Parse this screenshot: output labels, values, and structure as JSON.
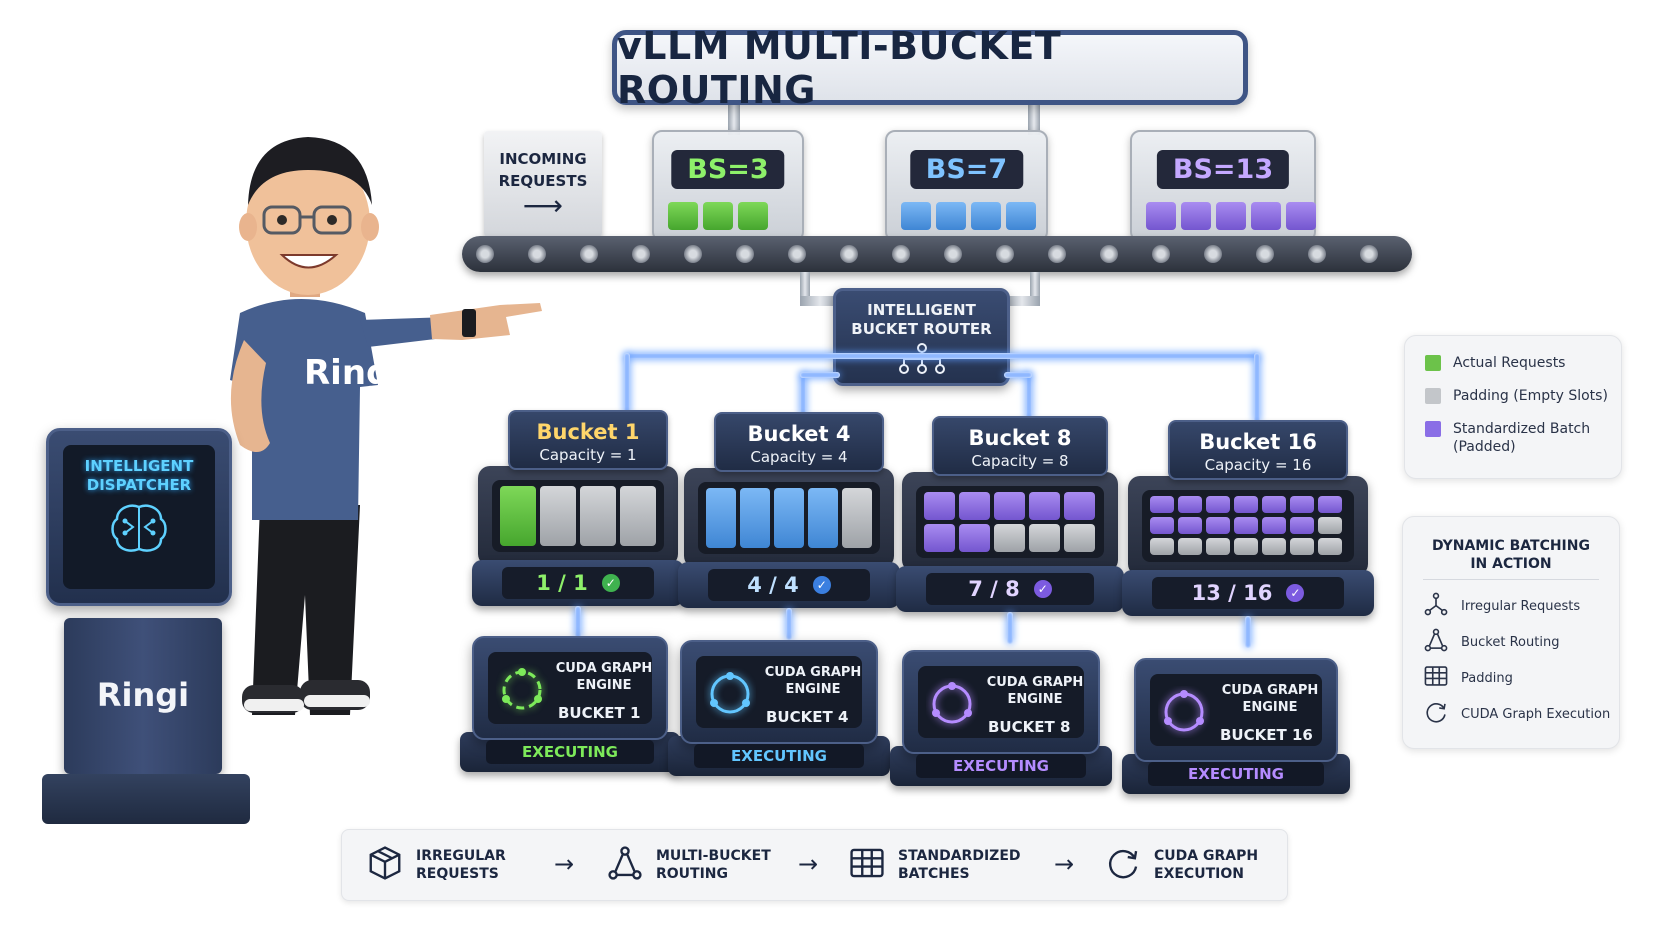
{
  "title": "vLLM MULTI-BUCKET ROUTING",
  "incoming": {
    "line1": "INCOMING",
    "line2": "REQUESTS"
  },
  "input_bins": [
    {
      "label": "BS=3",
      "color": "#8ef06a",
      "cube_color": "green",
      "count": 3
    },
    {
      "label": "BS=7",
      "color": "#7fc3ff",
      "cube_color": "blue",
      "count": 4
    },
    {
      "label": "BS=13",
      "color": "#c4a8ff",
      "cube_color": "purple",
      "count": 5
    }
  ],
  "router": {
    "line1": "INTELLIGENT",
    "line2": "BUCKET ROUTER"
  },
  "buckets": [
    {
      "name": "Bucket 1",
      "capacity": "Capacity = 1",
      "fill": "1 / 1",
      "filled": 1,
      "slots": 4,
      "cube": "green",
      "name_color": "#ffd66b",
      "check_color": "#3fb24f",
      "fill_color": "#8ef06a"
    },
    {
      "name": "Bucket 4",
      "capacity": "Capacity = 4",
      "fill": "4 / 4",
      "filled": 4,
      "slots": 5,
      "cube": "blue",
      "name_color": "#ffffff",
      "check_color": "#3b7fe0",
      "fill_color": "#bfe0ff"
    },
    {
      "name": "Bucket 8",
      "capacity": "Capacity = 8",
      "fill": "7 / 8",
      "filled": 7,
      "slots": 10,
      "cube": "purple",
      "name_color": "#ffffff",
      "check_color": "#7c5be0",
      "fill_color": "#e1d4ff"
    },
    {
      "name": "Bucket 16",
      "capacity": "Capacity = 16",
      "fill": "13 / 16",
      "filled": 13,
      "slots": 21,
      "cube": "purple",
      "name_color": "#ffffff",
      "check_color": "#7c5be0",
      "fill_color": "#e1d4ff"
    }
  ],
  "engines": [
    {
      "line1": "CUDA GRAPH",
      "line2": "ENGINE",
      "bucket": "BUCKET 1",
      "status": "EXECUTING",
      "accent": "#7dea5a"
    },
    {
      "line1": "CUDA GRAPH",
      "line2": "ENGINE",
      "bucket": "BUCKET 4",
      "status": "EXECUTING",
      "accent": "#62c6ff"
    },
    {
      "line1": "CUDA GRAPH",
      "line2": "ENGINE",
      "bucket": "BUCKET 8",
      "status": "EXECUTING",
      "accent": "#b58cff"
    },
    {
      "line1": "CUDA GRAPH",
      "line2": "ENGINE",
      "bucket": "BUCKET 16",
      "status": "EXECUTING",
      "accent": "#b58cff"
    }
  ],
  "dispatcher": {
    "line1": "INTELLIGENT",
    "line2": "DISPATCHER",
    "brand": "Ringi"
  },
  "character": {
    "shirt_text": "Ringi"
  },
  "legend": [
    {
      "label": "Actual Requests",
      "color": "#6cc24a"
    },
    {
      "label": "Padding (Empty Slots)",
      "color": "#c3c6ca"
    },
    {
      "label": "Standardized Batch (Padded)",
      "color": "#8a6ee6"
    }
  ],
  "dynamic_batching": {
    "title_line1": "DYNAMIC BATCHING",
    "title_line2": "IN ACTION",
    "items": [
      {
        "label": "Irregular Requests",
        "icon": "nodes-icon"
      },
      {
        "label": "Bucket Routing",
        "icon": "routing-icon"
      },
      {
        "label": "Padding",
        "icon": "grid-icon"
      },
      {
        "label": "CUDA Graph Execution",
        "icon": "cycle-icon"
      }
    ]
  },
  "pipeline": [
    {
      "line1": "IRREGULAR",
      "line2": "REQUESTS",
      "icon": "box-icon"
    },
    {
      "line1": "MULTI-BUCKET",
      "line2": "ROUTING",
      "icon": "routing-icon"
    },
    {
      "line1": "STANDARDIZED",
      "line2": "BATCHES",
      "icon": "grid-icon"
    },
    {
      "line1": "CUDA GRAPH",
      "line2": "EXECUTION",
      "icon": "cycle-icon"
    }
  ]
}
